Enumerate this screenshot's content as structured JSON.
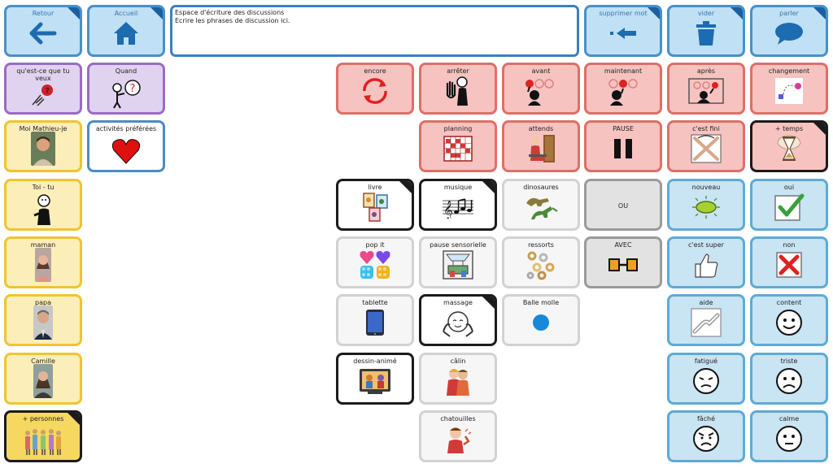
{
  "nav": {
    "retour": "Retour",
    "accueil": "Accueil",
    "supprimer": "supprimer mot",
    "vider": "vider",
    "parler": "parler"
  },
  "message": {
    "line1": "Espace d'écriture des discussions",
    "line2": "Ecrire les phrases de discussion ici."
  },
  "cells": {
    "questce": "qu'est-ce que tu veux",
    "quand": "Quand",
    "moi": "Moi Mathieu-je",
    "activites": "activités préférées",
    "toi": "Toi - tu",
    "maman": "maman",
    "papa": "papa",
    "camille": "Camille",
    "personnes": "+ personnes",
    "encore": "encore",
    "arreter": "arrêter",
    "avant": "avant",
    "maintenant": "maintenant",
    "apres": "après",
    "changement": "changement",
    "planning": "planning",
    "attends": "attends",
    "pause": "PAUSE",
    "cestfini": "c'est fini",
    "temps": "+ temps",
    "livre": "livre",
    "musique": "musique",
    "dinosaures": "dinosaures",
    "ou": "OU",
    "nouveau": "nouveau",
    "oui": "oui",
    "popit": "pop it",
    "pausesens": "pause sensorielle",
    "ressorts": "ressorts",
    "avec": "AVEC",
    "cestsuper": "c'est super",
    "non": "non",
    "tablette": "tablette",
    "massage": "massage",
    "ballemolle": "Balle molle",
    "aide": "aide",
    "content": "content",
    "dessin": "dessin-animé",
    "calin": "câlin",
    "fatigue": "fatigué",
    "triste": "triste",
    "chatouilles": "chatouilles",
    "fache": "fâché",
    "calme": "calme"
  },
  "colors": {
    "nav_border": "#4a90c8",
    "category_purple": "#9b6bc4",
    "people_yellow": "#f0c431",
    "time_pink": "#de6f68",
    "feelings_blue": "#5eaad6"
  }
}
